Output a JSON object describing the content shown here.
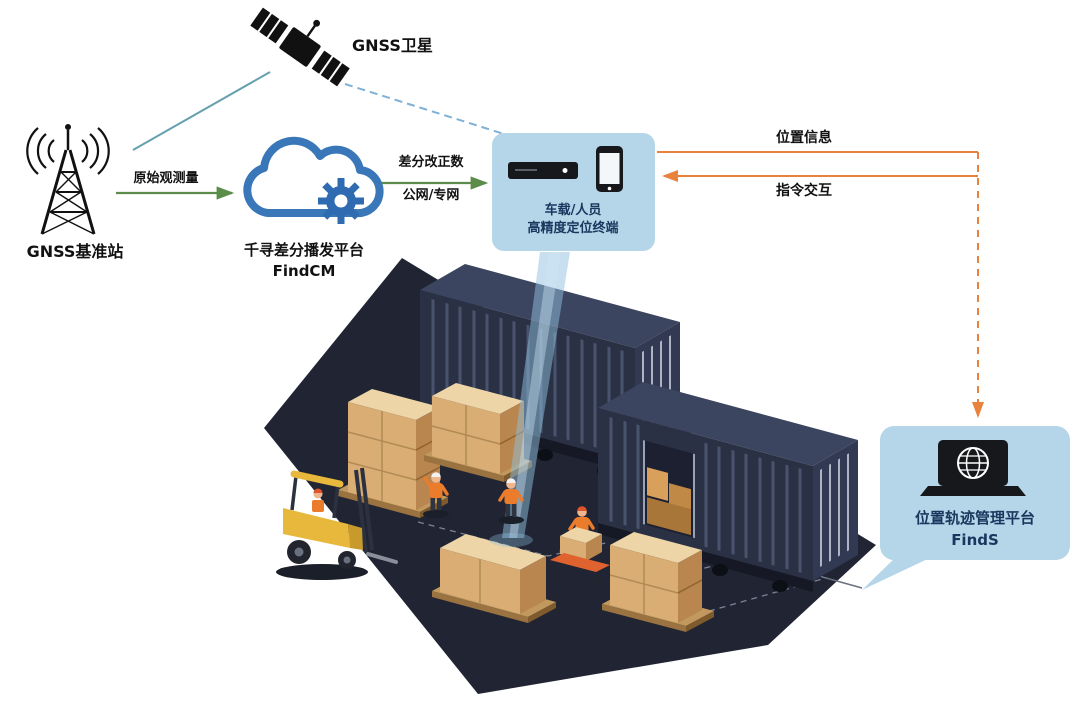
{
  "diagram": {
    "satellite": {
      "label": "GNSS卫星"
    },
    "base_station": {
      "label": "GNSS基准站"
    },
    "cloud_platform": {
      "name": "千寻差分播发平台",
      "product": "FindCM"
    },
    "terminal": {
      "line1": "车载/人员",
      "line2": "高精度定位终端"
    },
    "management_platform": {
      "name": "位置轨迹管理平台",
      "product": "FindS"
    },
    "flows": {
      "raw_observation": "原始观测量",
      "correction_line1": "差分改正数",
      "correction_line2": "公网/专网",
      "position_info": "位置信息",
      "command_exchange": "指令交互"
    }
  },
  "icons": {
    "satellite": "satellite-icon",
    "base_station": "base-station-icon",
    "cloud": "cloud-icon",
    "gear": "gear-icon",
    "receiver": "receiver-icon",
    "phone": "phone-icon",
    "laptop_globe": "laptop-globe-icon"
  },
  "colors": {
    "panel_blue": "#b5d5e8",
    "cloud_blue": "#2f6bb0",
    "link_green": "#5b8c4a",
    "link_orange": "#e8823c",
    "link_teal": "#64a0ad",
    "text_navy": "#17375e",
    "floor_dark": "#202433",
    "container_navy": "#2a3145",
    "box_tan": "#d9ad74"
  }
}
